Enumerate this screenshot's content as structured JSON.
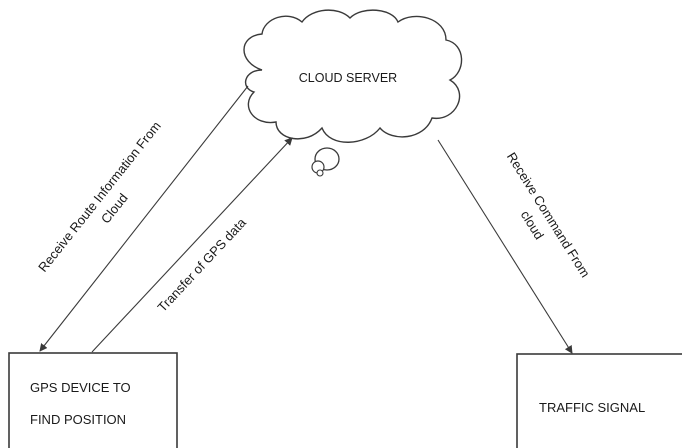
{
  "nodes": {
    "cloud_server": {
      "label": "CLOUD SERVER"
    },
    "gps_device": {
      "label_lines": [
        "GPS DEVICE TO",
        "FIND POSITION"
      ]
    },
    "traffic_signal": {
      "label": "TRAFFIC SIGNAL"
    }
  },
  "edges": {
    "route_info": {
      "label_lines": [
        "Receive Route Information From",
        "Cloud"
      ]
    },
    "gps_transfer": {
      "label": "Transfer of GPS data"
    },
    "command": {
      "label_lines": [
        "Receive Command From",
        "cloud"
      ]
    }
  },
  "colors": {
    "stroke": "#3a3a3a",
    "text": "#1a1a1a",
    "background": "#ffffff"
  }
}
